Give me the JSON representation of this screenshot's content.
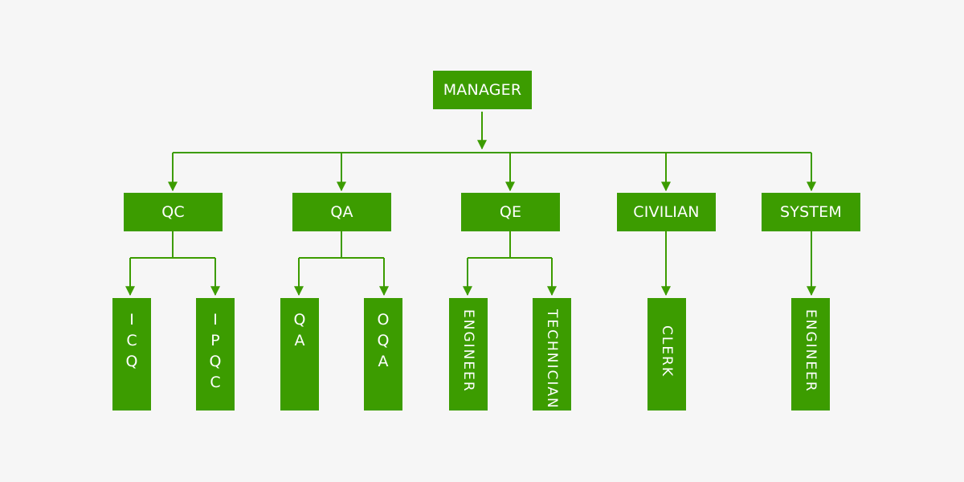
{
  "diagram": {
    "colors": {
      "box": "#3c9c00",
      "line": "#3c9c00",
      "background": "#f6f6f6",
      "text": "#ffffff"
    },
    "root": {
      "label": "MANAGER"
    },
    "departments": [
      {
        "label": "QC",
        "children": [
          "ICQ",
          "IPQC"
        ]
      },
      {
        "label": "QA",
        "children": [
          "QA",
          "OQA"
        ]
      },
      {
        "label": "QE",
        "children": [
          "ENGINEER",
          "TECHNICIAN"
        ]
      },
      {
        "label": "CIVILIAN",
        "children": [
          "CLERK"
        ]
      },
      {
        "label": "SYSTEM",
        "children": [
          "ENGINEER"
        ]
      }
    ]
  }
}
